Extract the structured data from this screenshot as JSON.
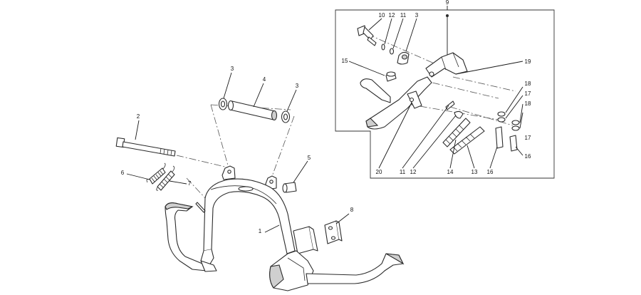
{
  "diagram": {
    "callouts": {
      "c1": "1",
      "c2": "2",
      "c3a": "3",
      "c3b": "3",
      "c4": "4",
      "c5": "5",
      "c6": "6",
      "c7": "7",
      "c8": "8",
      "c9": "9",
      "d10": "10",
      "d12a": "12",
      "d11a": "11",
      "d3": "3",
      "d15": "15",
      "d19": "19",
      "d18a": "18",
      "d17a": "17",
      "d18b": "18",
      "d17b": "17",
      "d16a": "16",
      "d20": "20",
      "d11b": "11",
      "d12b": "12",
      "d14": "14",
      "d13": "13",
      "d16b": "16"
    }
  }
}
